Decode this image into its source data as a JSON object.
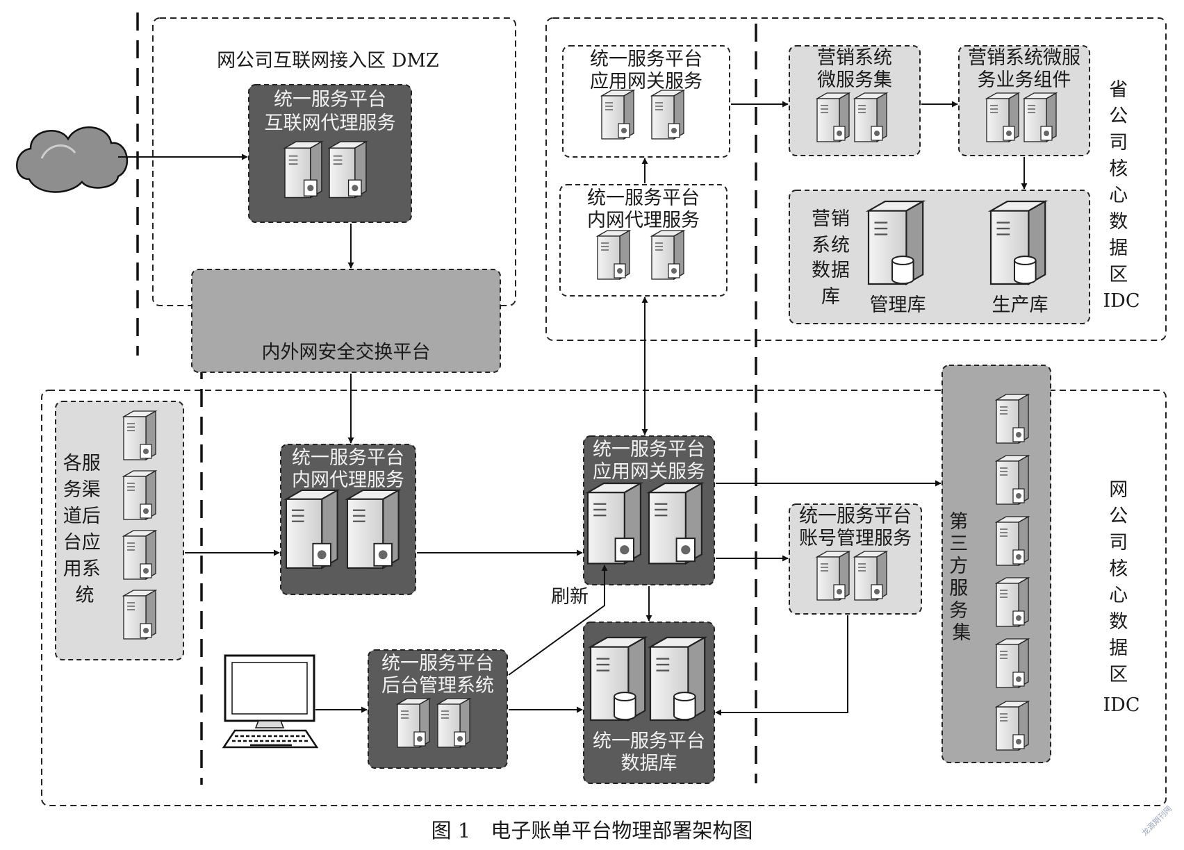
{
  "zones": {
    "dmz": "网公司互联网接入区 DMZ",
    "province_core_lines": [
      "省",
      "公",
      "司",
      "核",
      "心",
      "数",
      "据",
      "区",
      "IDC"
    ],
    "company_core_lines": [
      "网",
      "公",
      "司",
      "核",
      "心",
      "数",
      "据",
      "区",
      "IDC"
    ]
  },
  "nodes": {
    "internet_proxy": [
      "统一服务平台",
      "互联网代理服务"
    ],
    "security_exchange": "内外网安全交换平台",
    "province_gateway": [
      "统一服务平台",
      "应用网关服务"
    ],
    "province_intranet_proxy": [
      "统一服务平台",
      "内网代理服务"
    ],
    "marketing_microservices": [
      "营销系统",
      "微服务集"
    ],
    "marketing_components": [
      "营销系统微服",
      "务业务组件"
    ],
    "marketing_db": {
      "title_lines": [
        "营",
        "销",
        "系",
        "统",
        "数",
        "据",
        "库"
      ],
      "mgmt_db": "管理库",
      "prod_db": "生产库"
    },
    "channel_backends_lines": [
      "各服",
      "务渠",
      "道后",
      "台应",
      "用系",
      "统"
    ],
    "intranet_proxy": [
      "统一服务平台",
      "内网代理服务"
    ],
    "app_gateway": [
      "统一服务平台",
      "应用网关服务"
    ],
    "account_mgmt": [
      "统一服务平台",
      "账号管理服务"
    ],
    "third_party_lines": [
      "第",
      "三",
      "方",
      "服",
      "务",
      "集"
    ],
    "admin_system": [
      "统一服务平台",
      "后台管理系统"
    ],
    "platform_db": [
      "统一服务平台",
      "数据库"
    ],
    "refresh_label": "刷新"
  },
  "caption": "图 1　电子账单平台物理部署架构图",
  "watermark": "龙源期刊网",
  "icons": [
    "cloud-icon",
    "server-icon",
    "database-server-icon",
    "computer-terminal-icon"
  ],
  "colors": {
    "dark_box": "#5b5b5b",
    "mid_box": "#a9a9a9",
    "light_box": "#dcdcdc"
  }
}
